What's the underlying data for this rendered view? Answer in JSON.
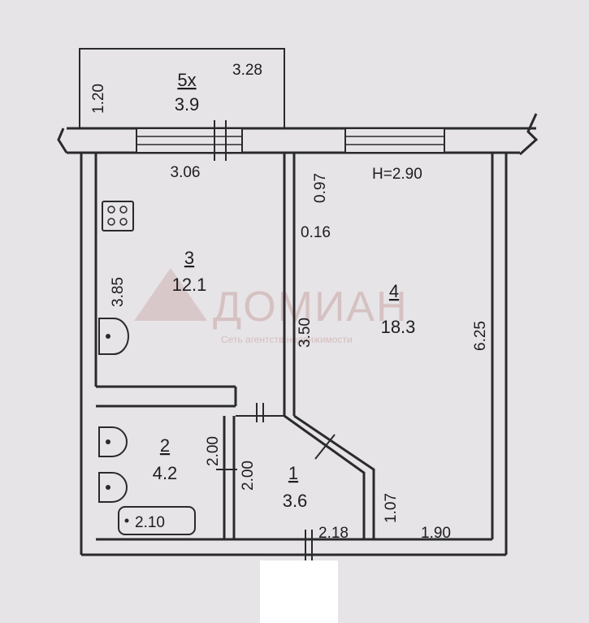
{
  "balcony": {
    "number": "5х",
    "area": "3.9",
    "dim_width": "3.28",
    "dim_depth": "1.20"
  },
  "rooms": [
    {
      "id": "kitchen",
      "number": "3",
      "area": "12.1"
    },
    {
      "id": "living",
      "number": "4",
      "area": "18.3"
    },
    {
      "id": "bathroom",
      "number": "2",
      "area": "4.2"
    },
    {
      "id": "hall",
      "number": "1",
      "area": "3.6"
    }
  ],
  "dimensions": {
    "kitchen_width": "3.06",
    "kitchen_length": "3.85",
    "living_wall_top": "0.97",
    "ceiling_height": "H=2.90",
    "partition_offset": "0.16",
    "living_partition_length": "3.50",
    "living_length": "6.25",
    "bath_height": "2.00",
    "hall_height": "2.00",
    "hall_width": "2.18",
    "living_bottom_step": "1.07",
    "living_bottom_width": "1.90",
    "bathtub_length": "2.10"
  },
  "watermark": {
    "logo": "ДОМИАН",
    "tagline": "Сеть агентств недвижимости"
  }
}
